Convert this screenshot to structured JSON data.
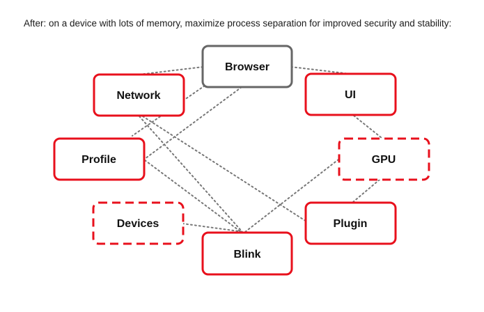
{
  "caption": "After: on a device with lots of memory, maximize process separation for improved security and stability:",
  "colors": {
    "process_border": "#e8101c",
    "browser_border": "#666666",
    "connector": "#777777"
  },
  "nodes": {
    "browser": {
      "label": "Browser",
      "style": "solid-gray"
    },
    "network": {
      "label": "Network",
      "style": "solid"
    },
    "ui": {
      "label": "UI",
      "style": "solid"
    },
    "profile": {
      "label": "Profile",
      "style": "solid"
    },
    "gpu": {
      "label": "GPU",
      "style": "dashed"
    },
    "devices": {
      "label": "Devices",
      "style": "dashed"
    },
    "plugin": {
      "label": "Plugin",
      "style": "solid"
    },
    "blink": {
      "label": "Blink",
      "style": "solid"
    }
  }
}
